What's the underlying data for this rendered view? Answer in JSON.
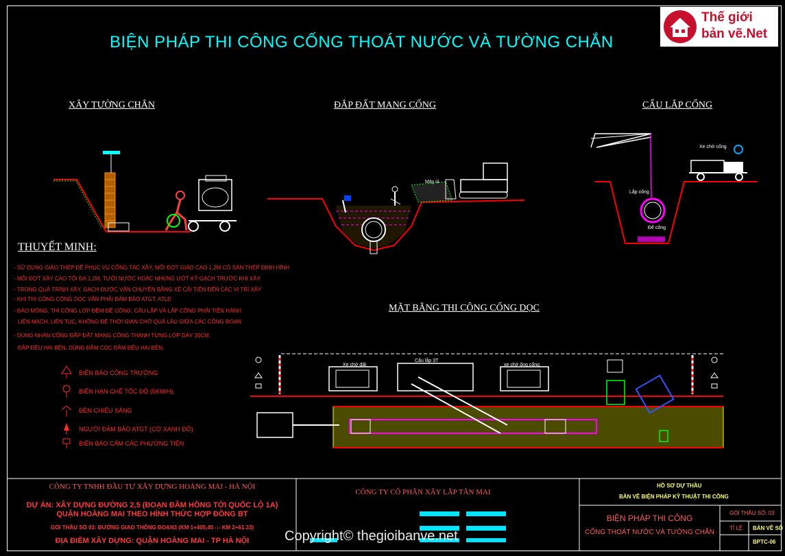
{
  "title": "BIỆN PHÁP THI CÔNG CỐNG THOÁT NƯỚC VÀ TƯỜNG CHẮN",
  "logo": {
    "line1": "Thế giới",
    "line2": "bản vẽ.Net"
  },
  "sections": {
    "retaining_wall": "XÂY TƯỜNG CHẮN",
    "backfill": "ĐẮP ĐẤT MANG CỐNG",
    "crane": "CẨU LẮP CỐNG",
    "plan": "MẶT BẰNG THI CÔNG CỐNG DỌC"
  },
  "notes": {
    "title": "THUYẾT MINH:",
    "lines": [
      "- SỬ DỤNG GIÁO THÉP ĐỂ PHỤC VỤ CÔNG TÁC XÂY, MỖI ĐỢT GIÁO CAO 1,2M CÓ SÀN THÉP ĐỊNH HÌNH",
      "- MỖI ĐỢT XÂY CAO TỐI ĐA 1.2M, TƯỚI NƯỚC HOẶC NHÚNG ƯỚT KỸ GẠCH TRƯỚC KHI XÂY",
      "- TRONG QUÁ TRÌNH XÂY, GẠCH ĐƯỢC VẬN CHUYỂN BẰNG XE CẢI TIẾN ĐẾN CÁC VỊ TRÍ XÂY",
      "- KHI THI CÔNG CỐNG DỌC VẪN PHẢI ĐẢM BẢO ATGT, ATLĐ",
      "- ĐÀO MÓNG, THI CÔNG LỚP ĐỆM ĐỂ CỐNG, CẨU LẮP VÀ LẮP CỐNG PHẢI TIẾN HÀNH",
      "LIÊN MẠCH, LIÊN TỤC, KHÔNG ĐỂ THỜI GIAN CHỜ QUÁ LÂU GIỮA CÁC CÔNG ĐOẠN",
      "- DÙNG NHÂN CÔNG ĐẮP ĐẤT MANG CỐNG THÀNH TỪNG LỚP DÀY 30CM,",
      "ĐẮP ĐỀU HAI BÊN, DÙNG ĐẦM CÓC ĐẦM ĐỀU HAI BÊN."
    ]
  },
  "legend": [
    {
      "icon": "warning-sign-icon",
      "label": "BIỂN BÁO CÔNG TRƯỜNG"
    },
    {
      "icon": "speed-limit-sign-icon",
      "label": "BIỂN HẠN CHẾ TỐC ĐỘ (5KM/H)."
    },
    {
      "icon": "lamp-icon",
      "label": "ĐÈN CHIẾU SÁNG"
    },
    {
      "icon": "flagman-icon",
      "label": "NGƯỜI ĐẢM BẢO  ATGT (CỜ XANH ĐỎ)"
    },
    {
      "icon": "no-vehicles-sign-icon",
      "label": "BIỂN BÁO CẤM CÁC PHƯƠNG TIỆN"
    }
  ],
  "diagram_labels": {
    "lap_cong": "Lắp cống",
    "de_cong": "Đế cống",
    "xe_cho_cong": "Xe chở cống",
    "may_ui": "Máy ủi",
    "xe_cho_dat": "Xe chở đất",
    "cau_lap": "Cẩu lắp 3T",
    "xe_cho_cong_plan": "xe chở ống cống"
  },
  "title_block": {
    "company1": "CÔNG TY TNHH ĐẦU TƯ XÂY DỰNG HOÀNG MAI - HÀ NỘI",
    "project1": "DỰ ÁN: XÂY DỰNG ĐƯỜNG 2,5 (ĐOẠN ĐẦM HỒNG TỚI QUỐC LỘ 1A)",
    "project2": "QUẬN HOÀNG MAI THEO HÌNH THỨC HỢP ĐỒNG BT",
    "package": "GÓI THẦU SỐ 03: ĐƯỜNG GIAO THÔNG ĐOẠN3 (KM 1+405,45 -:- KM 2+61.33)",
    "location": "ĐỊA ĐIỂM XÂY DỰNG: QUẬN HOÀNG MAI - TP HÀ NỘI",
    "contractor": "CÔNG TY CỔ PHẦN XÂY LẮP TÂN MAI",
    "doc1": "HỒ SƠ DỰ THẦU",
    "doc2": "BẢN VẼ BIỆN PHÁP KỸ THUẬT THI CÔNG",
    "drawing1": "BIỆN PHÁP THI CÔNG",
    "drawing2": "CỐNG THOÁT NƯỚC VÀ TƯỜNG CHẮN",
    "package_no": "GÓI THẦU SỐ: 03",
    "scale_label": "TỈ LỆ",
    "scale_value": "BẢN VẼ SỐ",
    "sheet": "BPTC-06"
  },
  "copyright": "Copyright© thegioibanve.net",
  "colors": {
    "background": "#000000",
    "title": "#00ffff",
    "notes": "#ff2a2a",
    "ground": "#ff0000",
    "equipment": "#ffffff",
    "fill": "#ff00ff",
    "plan_bg": "#ffff00",
    "cyan_bars": "#00e5ff"
  }
}
